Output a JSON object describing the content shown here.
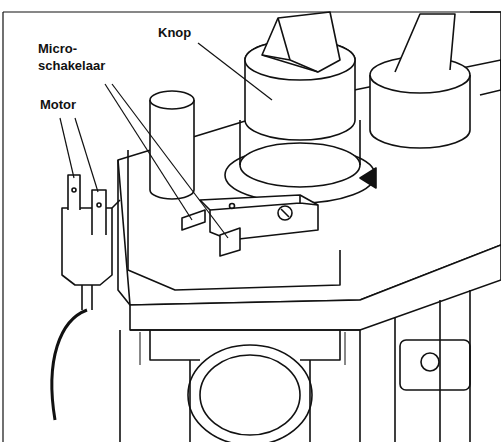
{
  "diagram": {
    "labels": [
      "Knop",
      "Micro- schakelaar",
      "Motor"
    ]
  }
}
